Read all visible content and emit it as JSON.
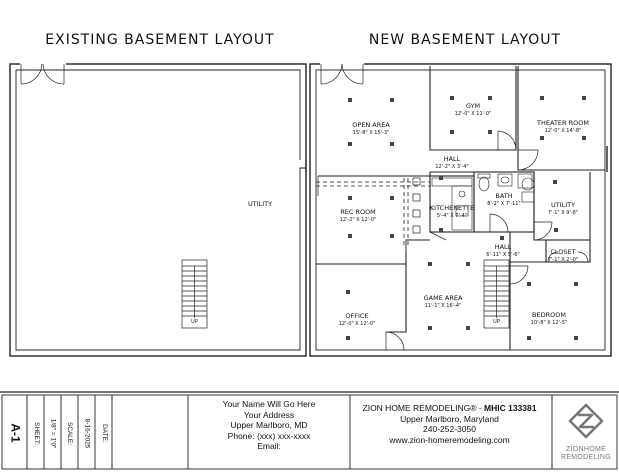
{
  "titles": {
    "existing": "EXISTING BASEMENT LAYOUT",
    "new": "NEW BASEMENT LAYOUT"
  },
  "existing_plan": {
    "utility_label": "UTILITY",
    "stair_label": "UP"
  },
  "rooms": {
    "open_area": {
      "name": "OPEN AREA",
      "dim": "15'-8\" X 15'-3\""
    },
    "gym": {
      "name": "GYM",
      "dim": "12'-0\" X 11'-0\""
    },
    "theater": {
      "name": "THEATER ROOM",
      "dim": "12'-0\" X 14'-8\""
    },
    "hall_top": {
      "name": "HALL",
      "dim": "12'-2\" X 3'-4\""
    },
    "rec_room": {
      "name": "REC ROOM",
      "dim": "12'-2\" X 12'-0\""
    },
    "kitchenette": {
      "name": "KITCHENETTE",
      "dim": "5'-4\" X 7'-4\""
    },
    "bath": {
      "name": "BATH",
      "dim": "8'-2\" X 7'-11\""
    },
    "utility": {
      "name": "UTILITY",
      "dim": "7'-1\" X 9'-8\""
    },
    "hall_mid": {
      "name": "HALL",
      "dim": "6'-11\" X 5'-6\""
    },
    "closet": {
      "name": "CLOSET",
      "dim": "7'-1\" X 2'-0\""
    },
    "office": {
      "name": "OFFICE",
      "dim": "12'-0\" X 12'-0\""
    },
    "game_area": {
      "name": "GAME AREA",
      "dim": "11'-1\" X 16'-4\""
    },
    "bedroom": {
      "name": "BEDROOM",
      "dim": "10'-8\" X 12'-5\""
    },
    "stair_label": "UP"
  },
  "title_block": {
    "sheet_number": "A-1",
    "sheet_label": "SHEET:",
    "scale_value": "1/8\" = 1'0\"",
    "scale_label": "SCALE:",
    "date_value": "8-16-2025",
    "date_label": "DATE:",
    "owner": {
      "name": "Your Name Will Go Here",
      "address": "Your Address",
      "city": "Upper Marlboro, MD",
      "phone": "Phone: (xxx) xxx-xxxx",
      "email": "Email:"
    },
    "company": {
      "name": "ZION HOME REMODELING® - ",
      "license": "MHIC 133381",
      "city": "Upper Marlboro, Maryland",
      "phone": "240-252-3050",
      "website": "www.zion-homeremodeling.com"
    },
    "logo": {
      "line1": "ZIONHOME",
      "line2": "REMODELING"
    }
  }
}
